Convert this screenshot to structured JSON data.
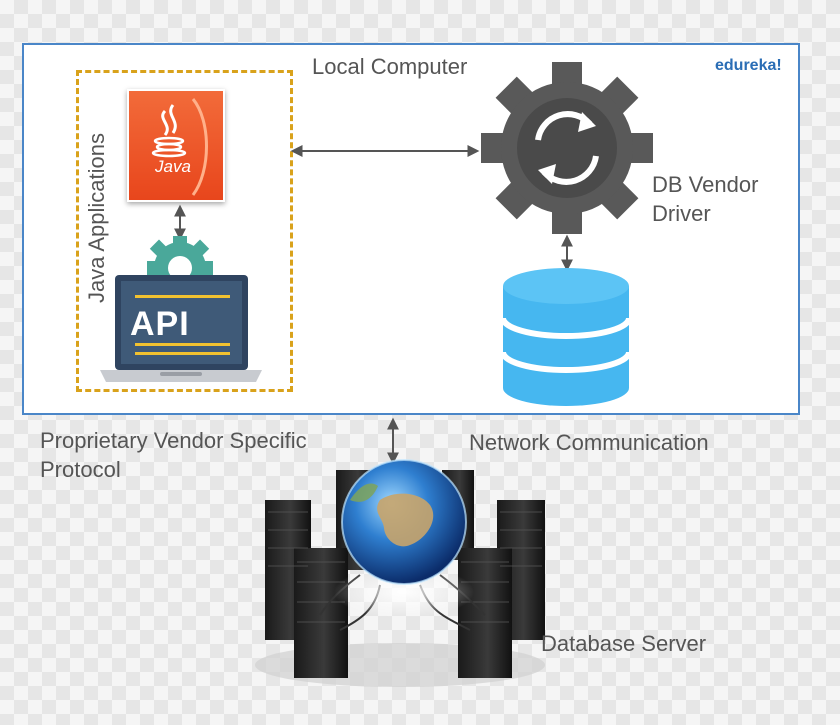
{
  "labels": {
    "local_computer": "Local Computer",
    "brand": "edureka!",
    "java_applications": "Java Applications",
    "db_vendor_driver_line1": "DB Vendor",
    "db_vendor_driver_line2": "Driver",
    "proprietary_line1": "Proprietary Vendor Specific",
    "proprietary_line2": "Protocol",
    "network_communication": "Network Communication",
    "database_server": "Database Server"
  },
  "icons": {
    "java_tile": "Java",
    "api_laptop": "API"
  },
  "colors": {
    "box_border": "#4a86c8",
    "dashed_border": "#d9a21b",
    "java_orange": "#ee5a26",
    "api_gear": "#4aa89a",
    "api_screen": "#3f5a78",
    "api_stripes": "#f2c230",
    "driver_gear": "#595959",
    "database_blue": "#46b7f0"
  }
}
